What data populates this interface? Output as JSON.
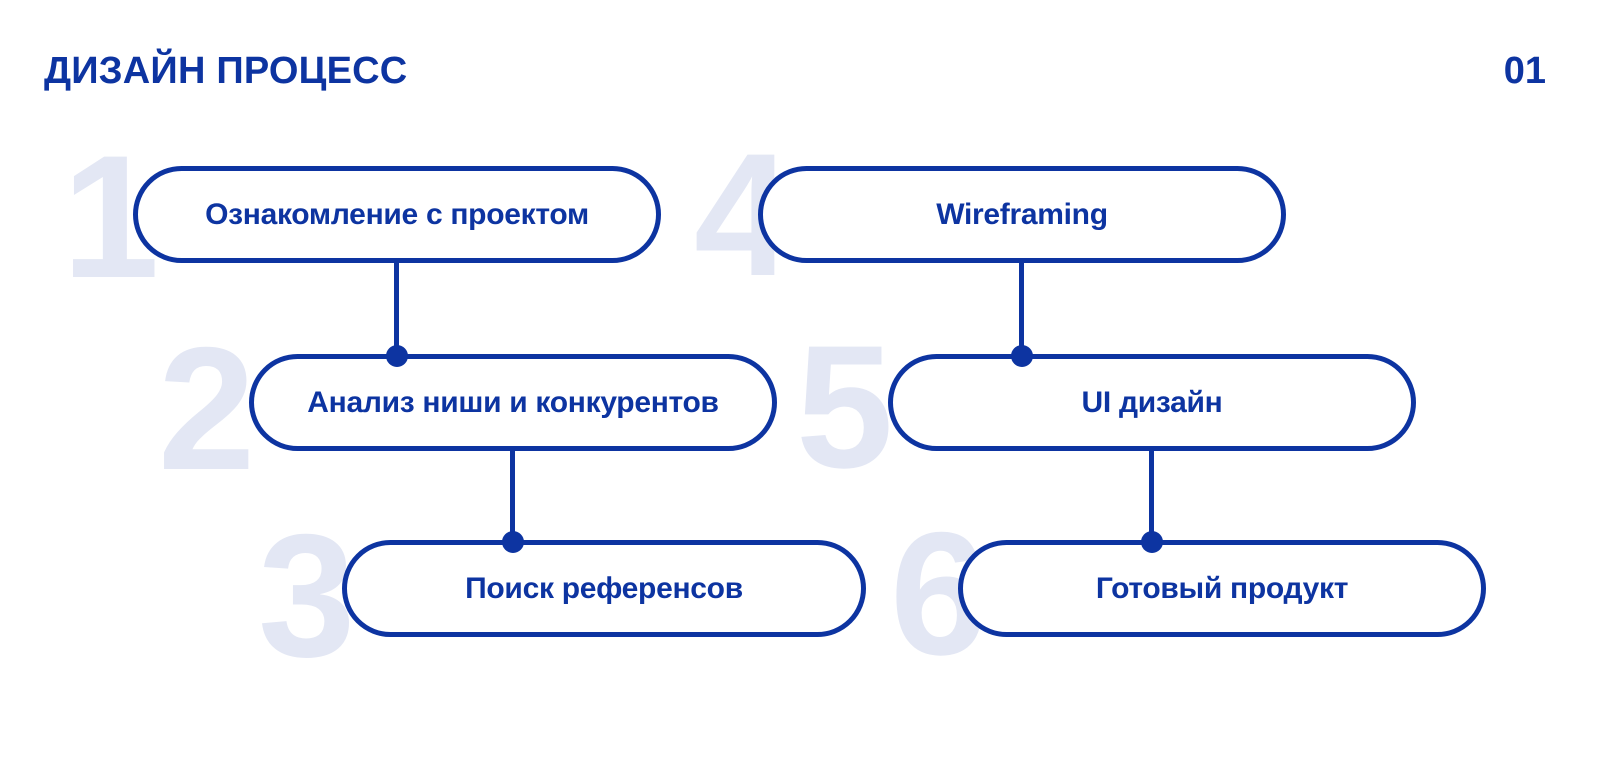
{
  "header": {
    "title": "ДИЗАЙН ПРОЦЕСС",
    "page_number": "01"
  },
  "colors": {
    "accent": "#0d34a1",
    "ghost": "#e3e7f4",
    "background": "#ffffff"
  },
  "process": {
    "steps": [
      {
        "number": "1",
        "label": "Ознакомление с проектом"
      },
      {
        "number": "2",
        "label": "Анализ ниши и конкурентов"
      },
      {
        "number": "3",
        "label": "Поиск референсов"
      },
      {
        "number": "4",
        "label": "Wireframing"
      },
      {
        "number": "5",
        "label": "UI дизайн"
      },
      {
        "number": "6",
        "label": "Готовый продукт"
      }
    ],
    "connections": [
      {
        "from": "1",
        "to": "2"
      },
      {
        "from": "2",
        "to": "3"
      },
      {
        "from": "4",
        "to": "5"
      },
      {
        "from": "5",
        "to": "6"
      }
    ]
  }
}
